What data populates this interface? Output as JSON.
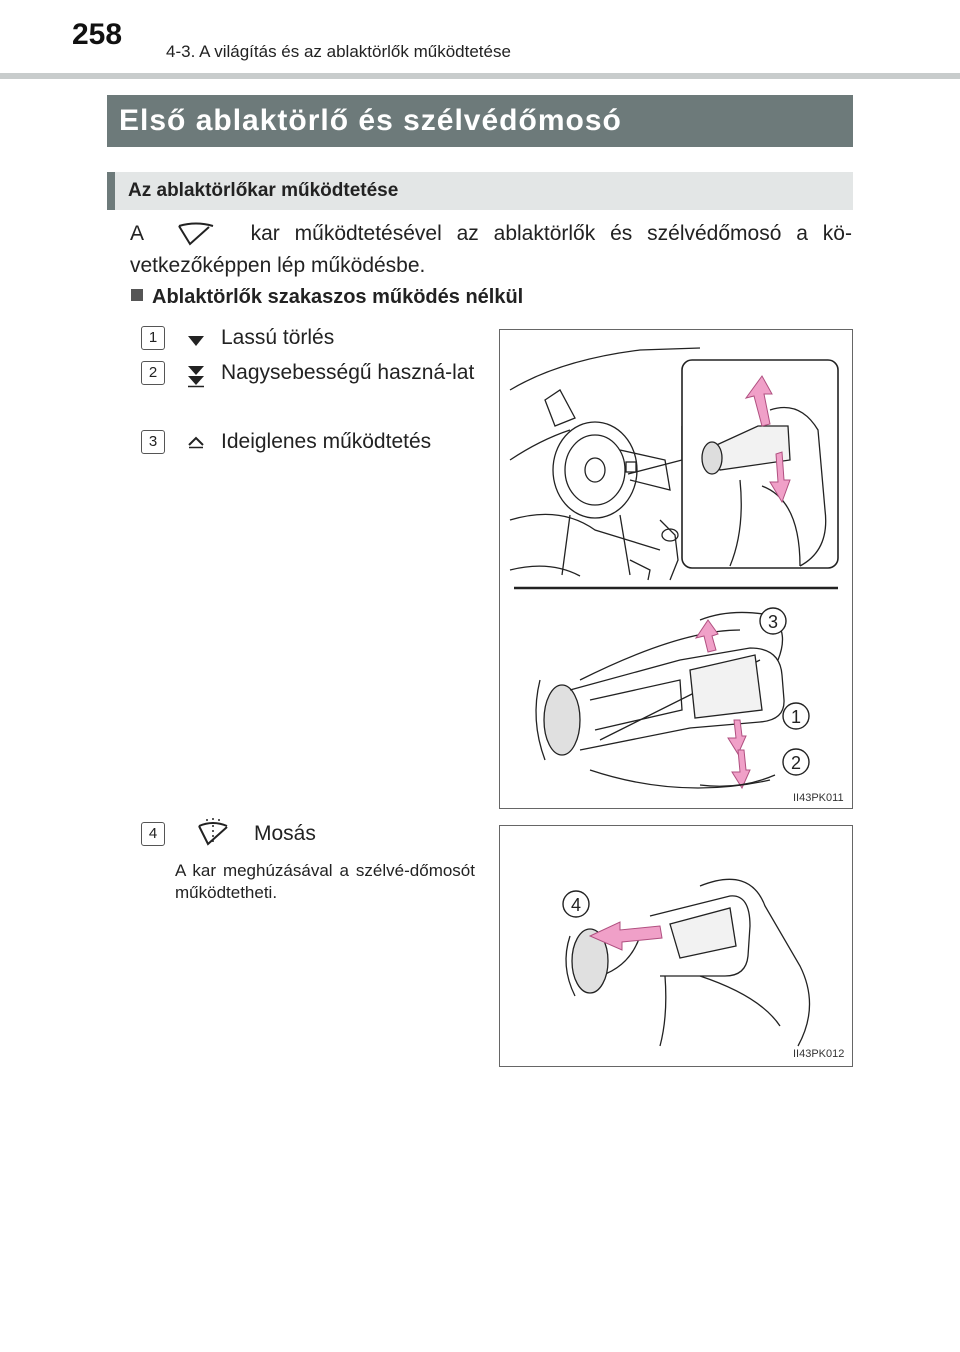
{
  "header": {
    "page_number": "258",
    "chapter": "4-3. A világítás és az ablaktörlők működtetése"
  },
  "section_title": "Első ablaktörlő és szélvédőmosó",
  "subsection_title": "Az ablaktörlőkar működtetése",
  "intro": {
    "before_icon": "A",
    "icon": "wiper-symbol-icon",
    "after_icon": "kar működtetésével az ablaktörlők és szélvédőmosó a kö-vetkezőképpen lép működésbe."
  },
  "bullet_heading": "Ablaktörlők szakaszos működés nélkül",
  "items": [
    {
      "number": "1",
      "icon": "single-down-arrow-icon",
      "label": "Lassú törlés"
    },
    {
      "number": "2",
      "icon": "double-down-arrow-icon",
      "label": "Nagysebességű haszná-lat"
    },
    {
      "number": "3",
      "icon": "mist-up-chevron-icon",
      "label": "Ideiglenes működtetés"
    },
    {
      "number": "4",
      "icon": "washer-symbol-icon",
      "label": "Mosás"
    }
  ],
  "wash_note": "A kar meghúzásával a szélvé-dőmosót működtetheti.",
  "figures": [
    {
      "code": "II43PK011",
      "callouts": [
        "3",
        "1",
        "2"
      ]
    },
    {
      "code": "II43PK012",
      "callouts": [
        "4"
      ]
    }
  ],
  "colors": {
    "banner": "#6d7a7a",
    "sub_banner": "#e3e6e6",
    "arrow_pink": "#f0a0c8"
  }
}
